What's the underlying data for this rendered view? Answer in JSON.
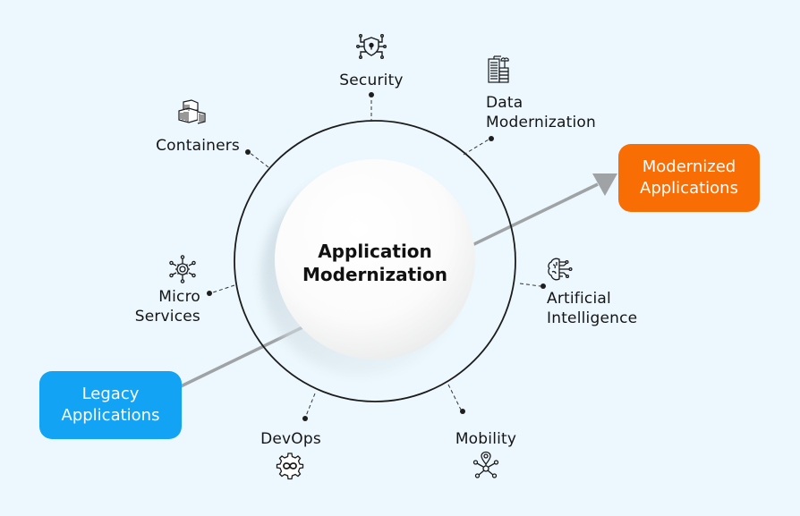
{
  "diagram": {
    "title": "Application Modernization",
    "center": {
      "line1": "Application",
      "line2": "Modernization"
    },
    "source": {
      "line1": "Legacy",
      "line2": "Applications",
      "color": "#12a3f5"
    },
    "target": {
      "line1": "Modernized",
      "line2": "Applications",
      "color": "#f86d04"
    },
    "arrow_color": "#9fa3a6",
    "background": "#ecf8fe",
    "nodes": [
      {
        "id": "security",
        "line1": "Security",
        "line2": "",
        "icon": "shield-network-icon"
      },
      {
        "id": "data-modernization",
        "line1": "Data",
        "line2": "Modernization",
        "icon": "server-cloud-icon"
      },
      {
        "id": "artificial-intelligence",
        "line1": "Artificial",
        "line2": "Intelligence",
        "icon": "brain-circuit-icon"
      },
      {
        "id": "mobility",
        "line1": "Mobility",
        "line2": "",
        "icon": "location-network-icon"
      },
      {
        "id": "devops",
        "line1": "DevOps",
        "line2": "",
        "icon": "gear-infinity-icon"
      },
      {
        "id": "micro-services",
        "line1": "Micro",
        "line2": "Services",
        "icon": "gear-network-icon"
      },
      {
        "id": "containers",
        "line1": "Containers",
        "line2": "",
        "icon": "shipping-containers-icon"
      }
    ]
  }
}
